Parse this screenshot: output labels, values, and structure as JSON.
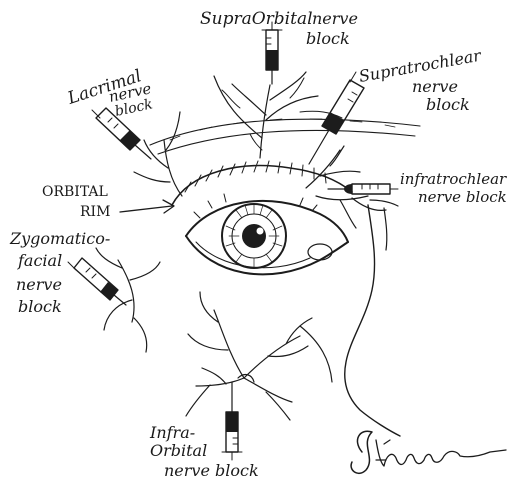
{
  "labels": {
    "supraorbital": [
      "SupraOrbital",
      "nerve",
      "block"
    ],
    "supratrochlear": [
      "Supratrochlear",
      "nerve",
      "block"
    ],
    "lacrimal": [
      "Lacrimal",
      "nerve",
      "block"
    ],
    "orbital_rim": [
      "ORBITAL",
      "RIM"
    ],
    "infratrochlear": [
      "infratrochlear",
      "nerve block"
    ],
    "zygomaticofacial": [
      "Zygomatico-",
      "facial",
      "nerve",
      "block"
    ],
    "infraorbital": [
      "Infra-",
      "Orbital",
      "nerve block"
    ]
  },
  "signature": "Shannon",
  "colors": {
    "ink": "#1c1c1c",
    "paper": "#ffffff"
  }
}
